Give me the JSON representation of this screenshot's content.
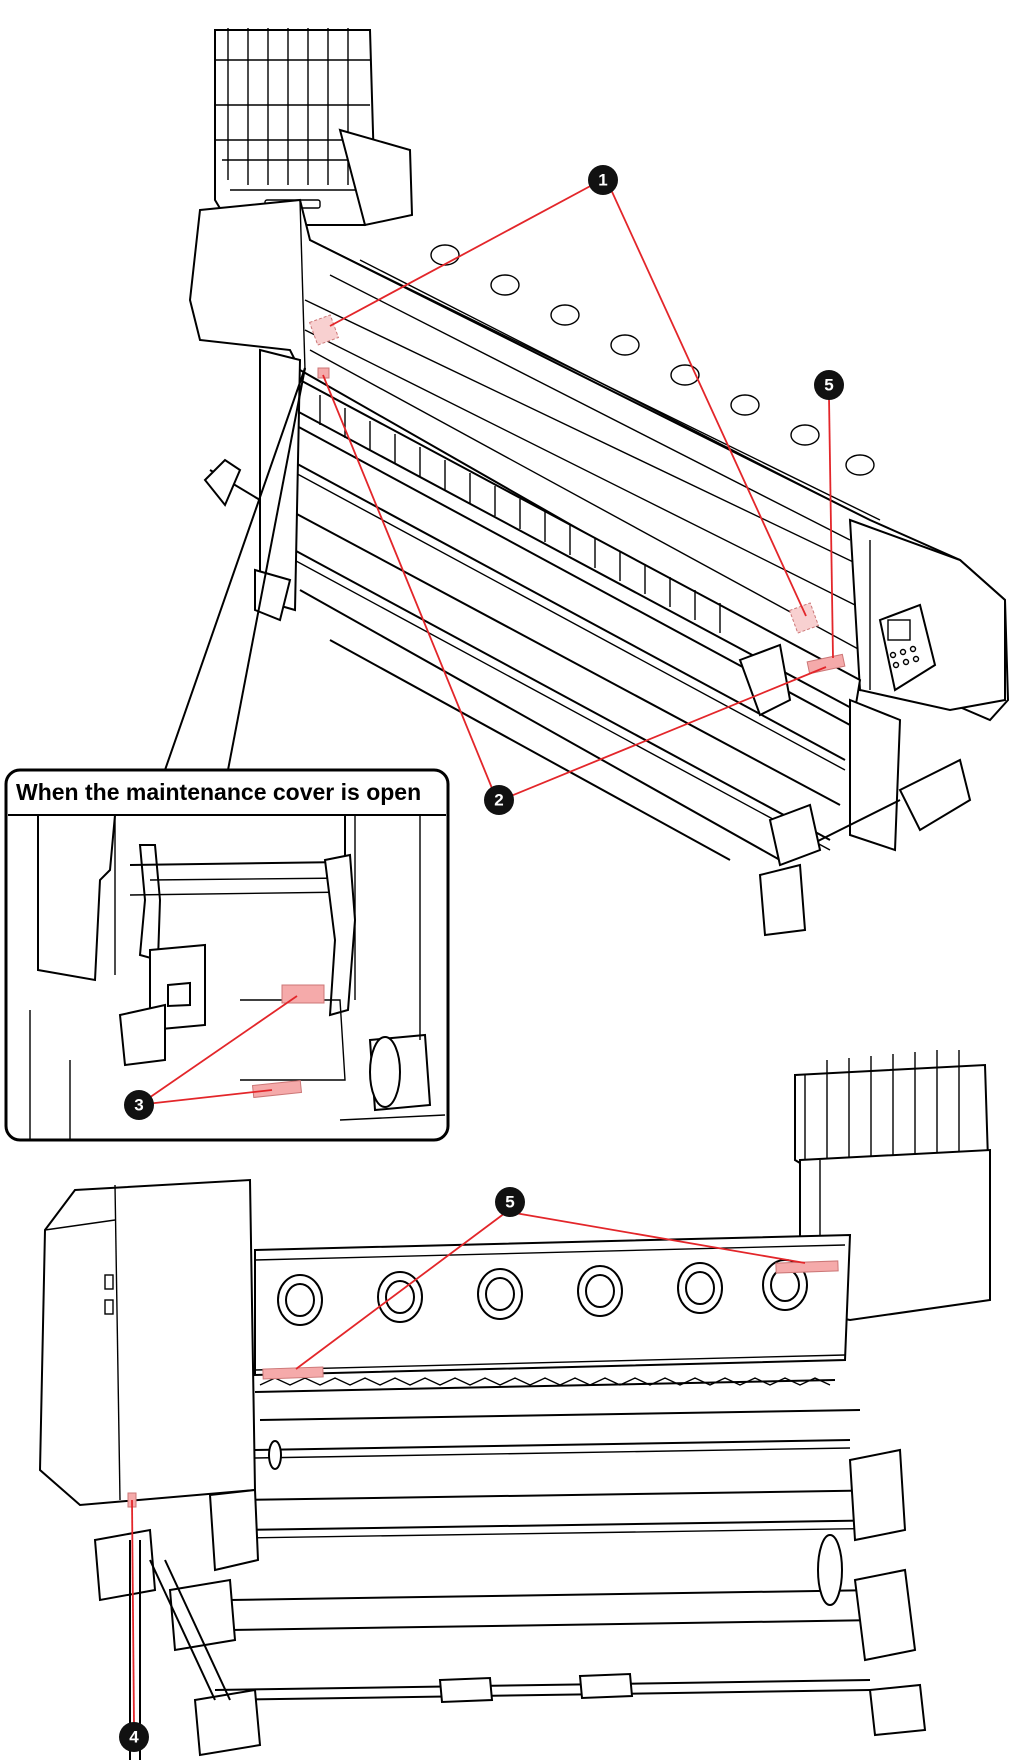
{
  "inset": {
    "title": "When the maintenance cover is open"
  },
  "callouts": [
    {
      "id": "c1",
      "label": "1"
    },
    {
      "id": "c2",
      "label": "2"
    },
    {
      "id": "c3",
      "label": "3"
    },
    {
      "id": "c4",
      "label": "4"
    },
    {
      "id": "c5a",
      "label": "5"
    },
    {
      "id": "c5b",
      "label": "5"
    }
  ],
  "colors": {
    "leader": "#e3262a",
    "label_highlight": "#f5aaaa",
    "outline": "#000000"
  }
}
